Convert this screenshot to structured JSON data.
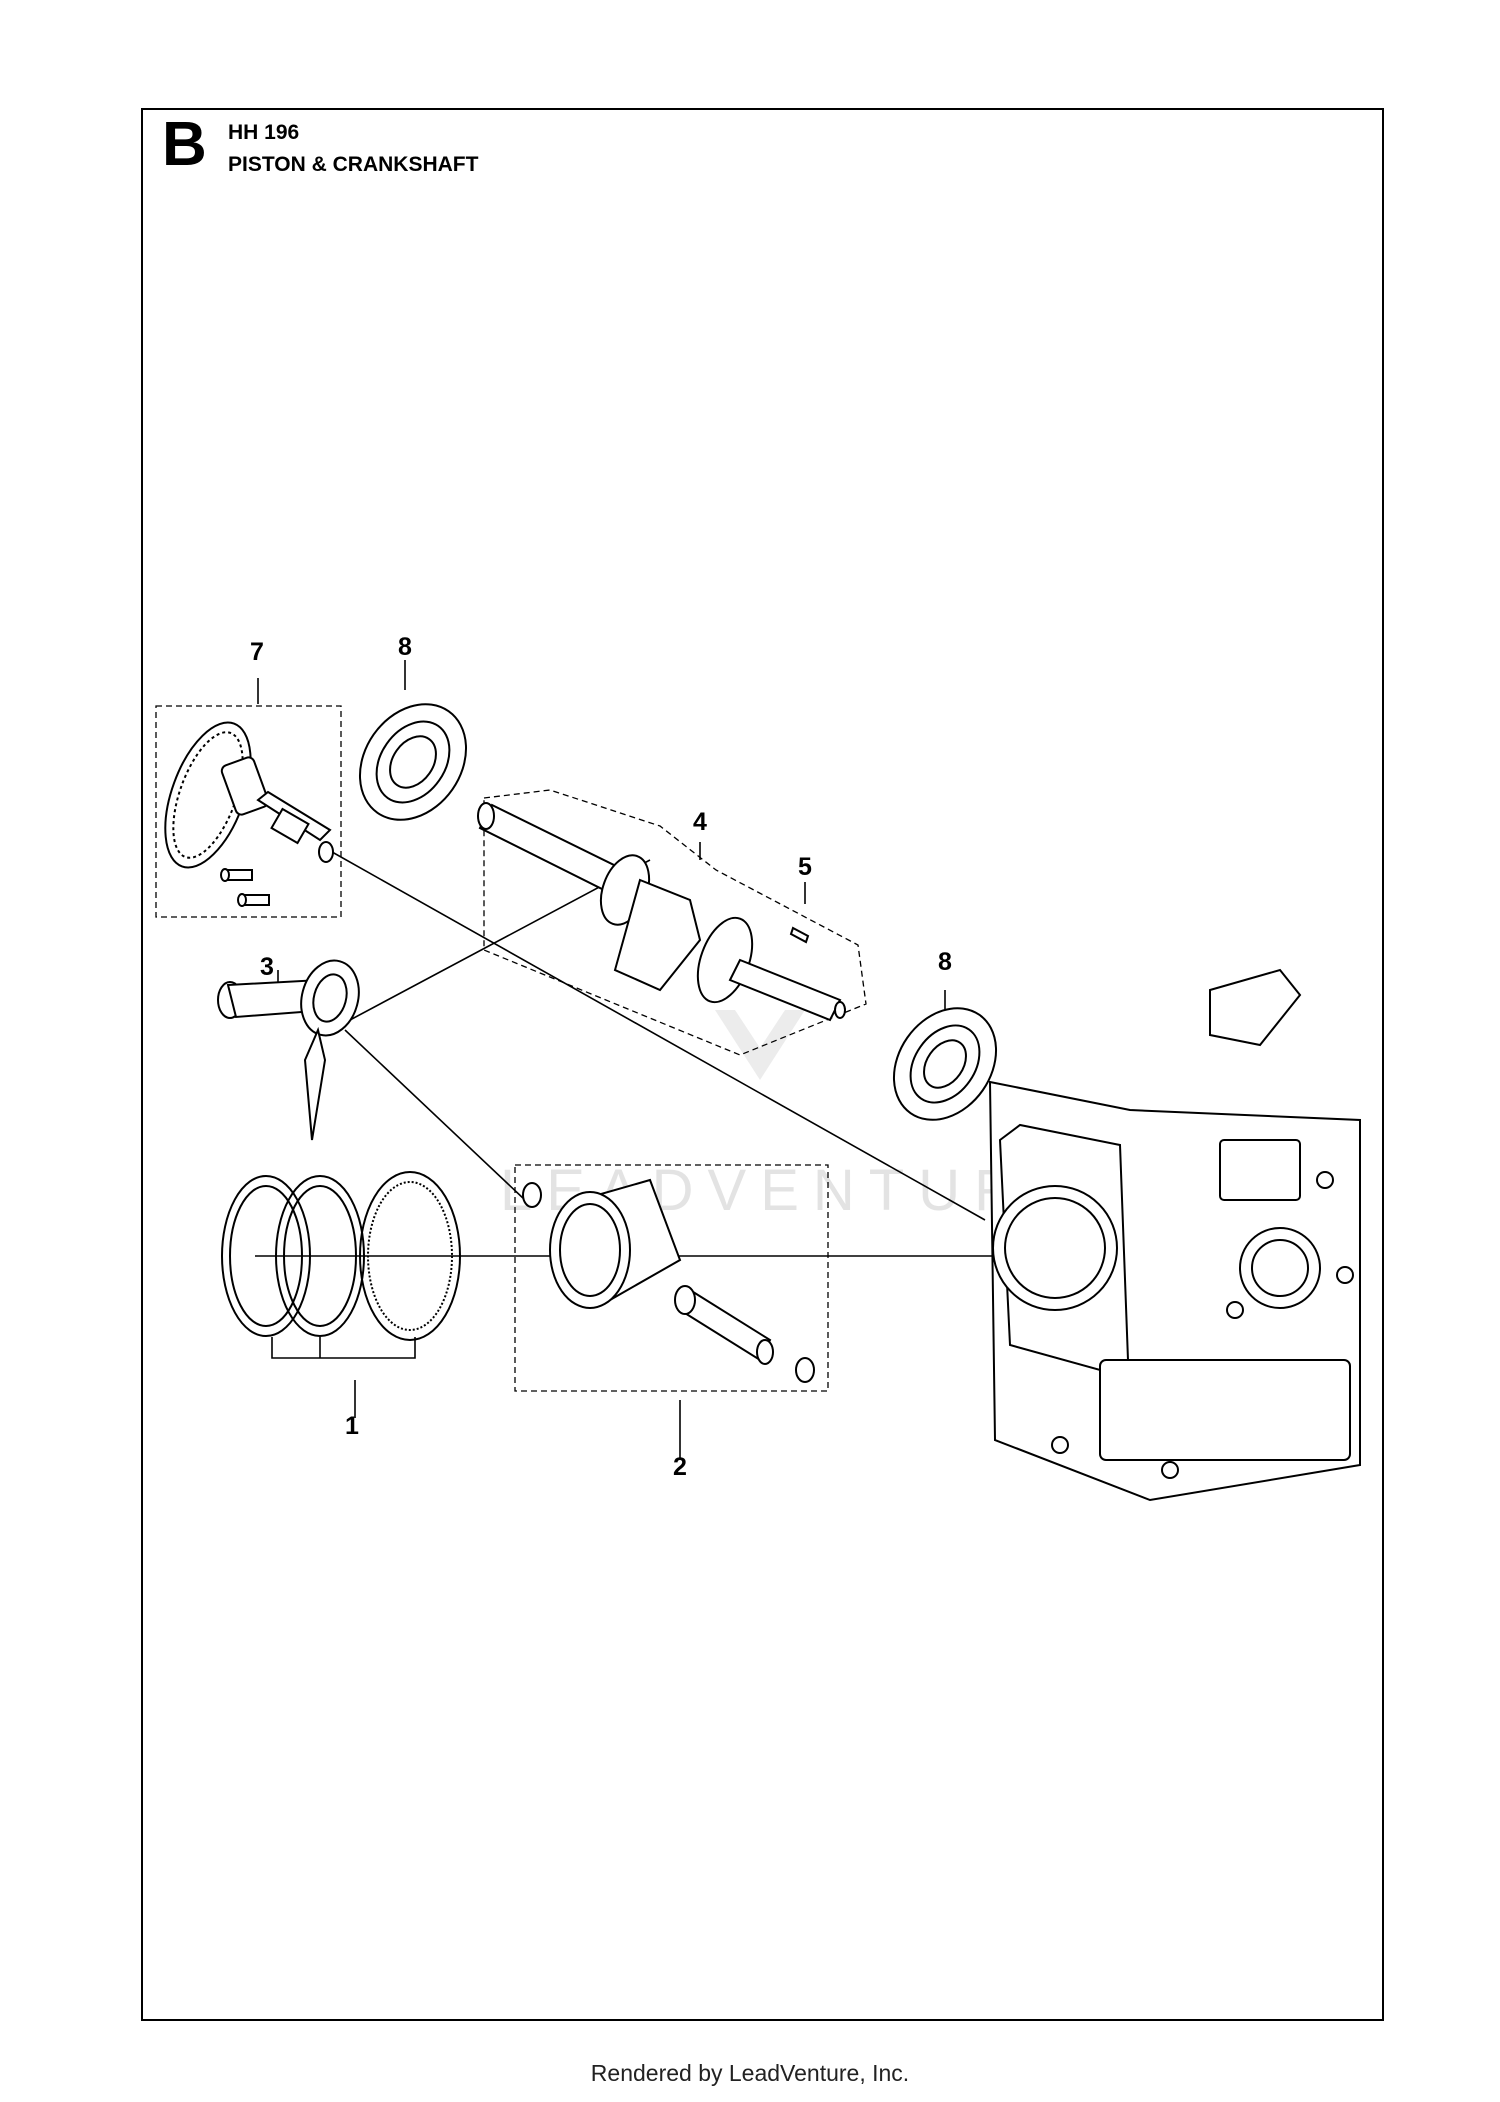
{
  "header": {
    "section_letter": "B",
    "model": "HH 196",
    "title": "PISTON & CRANKSHAFT"
  },
  "callouts": [
    {
      "id": "1",
      "part": "piston-rings"
    },
    {
      "id": "2",
      "part": "piston-assembly"
    },
    {
      "id": "3",
      "part": "connecting-rod"
    },
    {
      "id": "4",
      "part": "crankshaft"
    },
    {
      "id": "5",
      "part": "key"
    },
    {
      "id": "7",
      "part": "camshaft"
    },
    {
      "id": "8",
      "part": "ball-bearing"
    }
  ],
  "watermark": "LEADVENTURE",
  "footer": "Rendered by LeadVenture, Inc."
}
